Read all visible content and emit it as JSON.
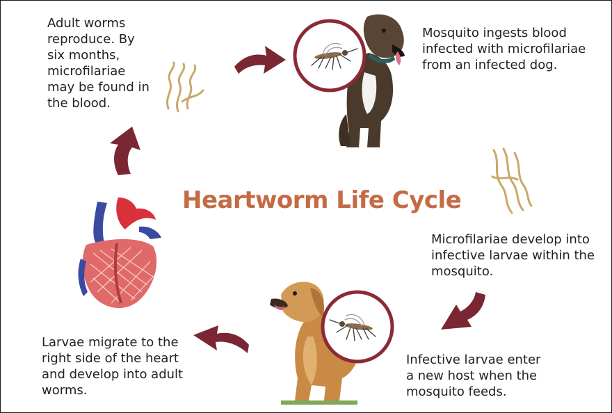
{
  "title": "Heartworm Life Cycle",
  "stages": {
    "adult_worms": "Adult worms\nreproduce. By\nsix months,\nmicrofilariae\nmay be found in\nthe blood.",
    "mosquito_ingests": "Mosquito ingests blood\ninfected with microfilariae\nfrom an infected dog.",
    "microfilariae_develop": "Microfilariae develop into\ninfective larvae within the\nmosquito.",
    "larvae_enter_host": "Infective larvae enter\na new host when the\nmosquito feeds.",
    "larvae_migrate": "Larvae migrate to the\nright side of the heart\nand develop into adult\nworms."
  },
  "colors": {
    "title": "#c46a45",
    "arrow": "#7a2733",
    "circle_border": "#8b2a35",
    "worm": "#c9a86a"
  },
  "icons": [
    "heart-illustration",
    "dog-illustration",
    "mosquito-icon",
    "worms-icon",
    "cycle-arrow-icon"
  ]
}
